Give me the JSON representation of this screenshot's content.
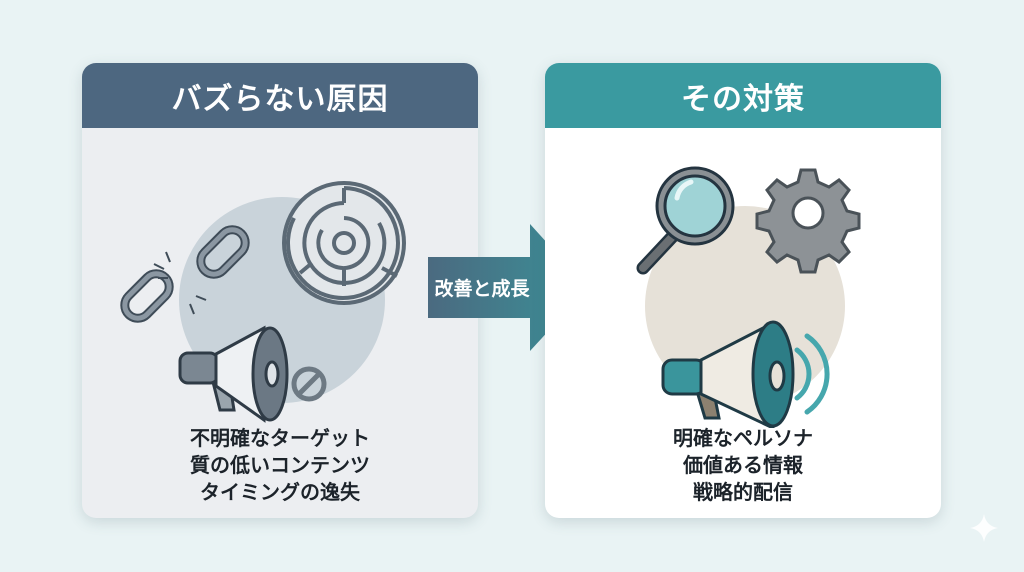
{
  "left_panel": {
    "title": "バズらない原因",
    "items": [
      "不明確なターゲット",
      "質の低いコンテンツ",
      "タイミングの逸失"
    ],
    "icons": [
      "broken-chain-icon",
      "maze-icon",
      "megaphone-icon",
      "prohibited-icon"
    ]
  },
  "arrow": {
    "label": "改善と成長"
  },
  "right_panel": {
    "title": "その対策",
    "items": [
      "明確なペルソナ",
      "価値ある情報",
      "戦略的配信"
    ],
    "icons": [
      "magnifier-icon",
      "gear-icon",
      "megaphone-icon"
    ]
  },
  "colors": {
    "left_header": "#4d6780",
    "right_header": "#3a9aa0",
    "background": "#e9f3f4"
  }
}
